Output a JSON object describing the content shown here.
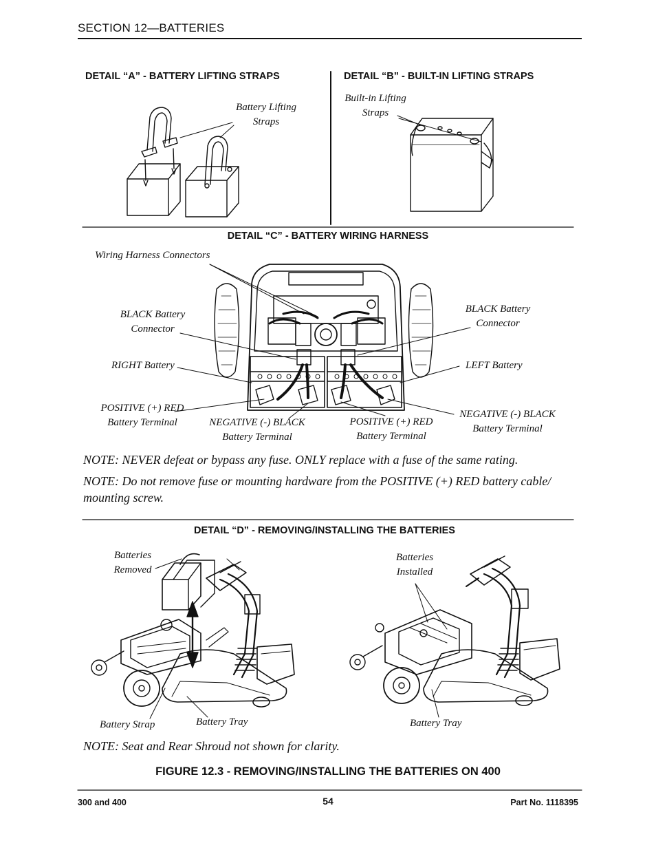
{
  "header": {
    "section": "SECTION 12—BATTERIES"
  },
  "detail_a": {
    "title": "DETAIL “A” - BATTERY LIFTING STRAPS",
    "label": "Battery Lifting Straps"
  },
  "detail_b": {
    "title": "DETAIL “B” - BUILT-IN LIFTING STRAPS",
    "label": "Built-in Lifting Straps"
  },
  "detail_c": {
    "title": "DETAIL “C” - BATTERY WIRING HARNESS",
    "labels": {
      "wiring_connectors": "Wiring Harness Connectors",
      "black_connector_left": "BLACK Battery Connector",
      "black_connector_right": "BLACK Battery Connector",
      "right_battery": "RIGHT Battery",
      "left_battery": "LEFT Battery",
      "pos_left": "POSITIVE (+) RED Battery Terminal",
      "neg_left": "NEGATIVE (-) BLACK Battery Terminal",
      "pos_right": "POSITIVE (+) RED Battery Terminal",
      "neg_right": "NEGATIVE (-) BLACK Battery Terminal"
    }
  },
  "notes": {
    "fuse": "NOTE: NEVER defeat or bypass any fuse. ONLY replace with a fuse of the same rating.",
    "hardware": "NOTE: Do not remove fuse or mounting hardware from the POSITIVE (+) RED battery cable/ mounting screw.",
    "clarity": "NOTE: Seat and Rear Shroud not shown for clarity."
  },
  "detail_d": {
    "title": "DETAIL “D” - REMOVING/INSTALLING THE BATTERIES",
    "labels": {
      "removed": "Batteries Removed",
      "installed": "Batteries Installed",
      "strap": "Battery Strap",
      "tray_left": "Battery Tray",
      "tray_right": "Battery Tray"
    }
  },
  "figure_caption": "FIGURE 12.3 - REMOVING/INSTALLING THE BATTERIES ON 400",
  "footer": {
    "model": "300 and 400",
    "page": "54",
    "part": "Part No. 1118395"
  }
}
